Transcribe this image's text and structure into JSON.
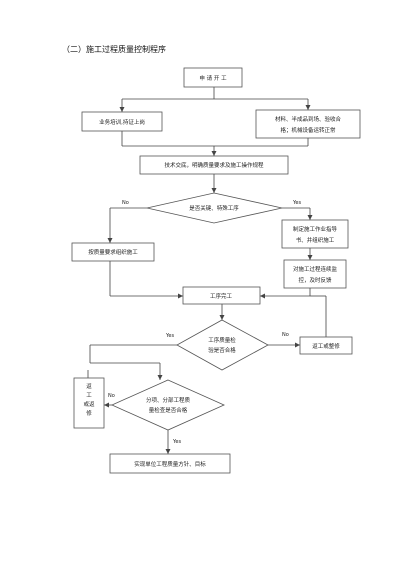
{
  "title": "（二）施工过程质量控制程序",
  "nodes": {
    "apply": "申 请 开 工",
    "training": "业务培训,持证上岗",
    "materials_1": "材料、半成品到场、验收合",
    "materials_2": "格；机械设备运转正常",
    "tech_disclosure": "技术交底，明确质量要求及施工操作规程",
    "key_process": "是否关键、特殊工序",
    "make_guide_1": "制定施工作业指导",
    "make_guide_2": "书、并组织施工",
    "organize": "按质量要求组织施工",
    "monitor_1": "对施工过程连续监",
    "monitor_2": "控，及时反馈",
    "complete": "工序完工",
    "inspect_1": "工序质量检",
    "inspect_2": "验是否合格",
    "rework_right": "返工或整修",
    "rework_left_1": "返",
    "rework_left_2": "工",
    "rework_left_3": "或返",
    "rework_left_4": "修",
    "subsection_1": "分项、分部工程质",
    "subsection_2": "量检查是否合格",
    "goal": "实现单位工程质量方针、目标"
  },
  "labels": {
    "no1": "No",
    "yes1": "Yes",
    "yes2": "Yes",
    "no2": "No",
    "no3": "No",
    "yes3": "Yes"
  }
}
